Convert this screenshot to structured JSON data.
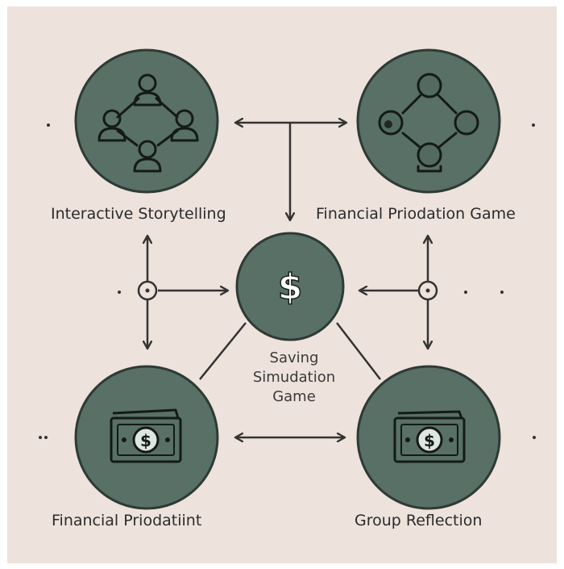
{
  "nodes": {
    "top_left": {
      "label": "Interactive Storytelling",
      "icon": "people-network-icon"
    },
    "top_right": {
      "label": "Financial Priodation Game",
      "icon": "people-network-icon"
    },
    "center": {
      "label_lines": [
        "Saving",
        "Simudation",
        "Game"
      ],
      "icon": "dollar-coin-icon"
    },
    "bottom_left": {
      "label": "Financial Priodatiint",
      "icon": "banknote-icon"
    },
    "bottom_right": {
      "label": "Group Reflection",
      "icon": "banknote-icon"
    }
  },
  "colors": {
    "background": "#ede2dc",
    "circle_fill": "#587066",
    "circle_stroke": "#2f3a35",
    "line": "#333333"
  }
}
